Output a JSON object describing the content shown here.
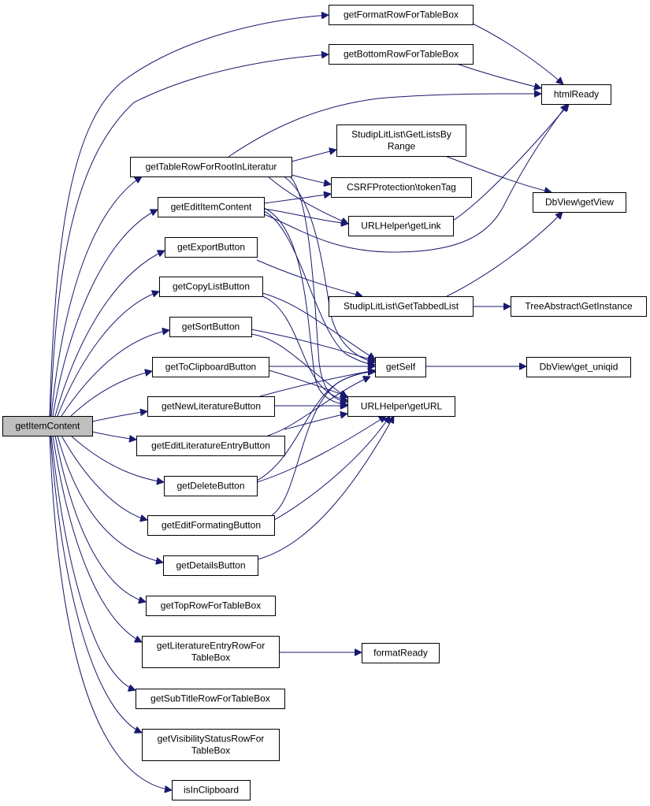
{
  "diagram": {
    "edge_color": "#191970",
    "root_fill": "#bfbfbf",
    "nodes": [
      {
        "id": "getItemContent",
        "lines": [
          "getItemContent"
        ],
        "root": true
      },
      {
        "id": "getFormatRowForTableBox",
        "lines": [
          "getFormatRowForTableBox"
        ]
      },
      {
        "id": "getBottomRowForTableBox",
        "lines": [
          "getBottomRowForTableBox"
        ]
      },
      {
        "id": "htmlReady",
        "lines": [
          "htmlReady"
        ]
      },
      {
        "id": "GetListsByRange",
        "lines": [
          "StudipLitList\\GetListsBy",
          "Range"
        ]
      },
      {
        "id": "getTableRowForRootInLiteratur",
        "lines": [
          "getTableRowForRootInLiteratur"
        ]
      },
      {
        "id": "tokenTag",
        "lines": [
          "CSRFProtection\\tokenTag"
        ]
      },
      {
        "id": "getView",
        "lines": [
          "DbView\\getView"
        ]
      },
      {
        "id": "getEditItemContent",
        "lines": [
          "getEditItemContent"
        ]
      },
      {
        "id": "getLink",
        "lines": [
          "URLHelper\\getLink"
        ]
      },
      {
        "id": "getExportButton",
        "lines": [
          "getExportButton"
        ]
      },
      {
        "id": "getCopyListButton",
        "lines": [
          "getCopyListButton"
        ]
      },
      {
        "id": "GetTabbedList",
        "lines": [
          "StudipLitList\\GetTabbedList"
        ]
      },
      {
        "id": "GetInstance",
        "lines": [
          "TreeAbstract\\GetInstance"
        ]
      },
      {
        "id": "getSortButton",
        "lines": [
          "getSortButton"
        ]
      },
      {
        "id": "getToClipboardButton",
        "lines": [
          "getToClipboardButton"
        ]
      },
      {
        "id": "getSelf",
        "lines": [
          "getSelf"
        ]
      },
      {
        "id": "get_uniqid",
        "lines": [
          "DbView\\get_uniqid"
        ]
      },
      {
        "id": "getNewLiteratureButton",
        "lines": [
          "getNewLiteratureButton"
        ]
      },
      {
        "id": "getURL",
        "lines": [
          "URLHelper\\getURL"
        ]
      },
      {
        "id": "getEditLiteratureEntryButton",
        "lines": [
          "getEditLiteratureEntryButton"
        ]
      },
      {
        "id": "getDeleteButton",
        "lines": [
          "getDeleteButton"
        ]
      },
      {
        "id": "getEditFormatingButton",
        "lines": [
          "getEditFormatingButton"
        ]
      },
      {
        "id": "getDetailsButton",
        "lines": [
          "getDetailsButton"
        ]
      },
      {
        "id": "getTopRowForTableBox",
        "lines": [
          "getTopRowForTableBox"
        ]
      },
      {
        "id": "getLiteratureEntryRowForTableBox",
        "lines": [
          "getLiteratureEntryRowFor",
          "TableBox"
        ]
      },
      {
        "id": "formatReady",
        "lines": [
          "formatReady"
        ]
      },
      {
        "id": "getSubTitleRowForTableBox",
        "lines": [
          "getSubTitleRowForTableBox"
        ]
      },
      {
        "id": "getVisibilityStatusRowForTableBox",
        "lines": [
          "getVisibilityStatusRowFor",
          "TableBox"
        ]
      },
      {
        "id": "isInClipboard",
        "lines": [
          "isInClipboard"
        ]
      }
    ],
    "edges": [
      [
        "getItemContent",
        "getFormatRowForTableBox"
      ],
      [
        "getItemContent",
        "getBottomRowForTableBox"
      ],
      [
        "getItemContent",
        "getTableRowForRootInLiteratur"
      ],
      [
        "getItemContent",
        "getEditItemContent"
      ],
      [
        "getItemContent",
        "getExportButton"
      ],
      [
        "getItemContent",
        "getCopyListButton"
      ],
      [
        "getItemContent",
        "getSortButton"
      ],
      [
        "getItemContent",
        "getToClipboardButton"
      ],
      [
        "getItemContent",
        "getNewLiteratureButton"
      ],
      [
        "getItemContent",
        "getEditLiteratureEntryButton"
      ],
      [
        "getItemContent",
        "getDeleteButton"
      ],
      [
        "getItemContent",
        "getEditFormatingButton"
      ],
      [
        "getItemContent",
        "getDetailsButton"
      ],
      [
        "getItemContent",
        "getTopRowForTableBox"
      ],
      [
        "getItemContent",
        "getLiteratureEntryRowForTableBox"
      ],
      [
        "getItemContent",
        "getSubTitleRowForTableBox"
      ],
      [
        "getItemContent",
        "getVisibilityStatusRowForTableBox"
      ],
      [
        "getItemContent",
        "isInClipboard"
      ],
      [
        "getFormatRowForTableBox",
        "htmlReady"
      ],
      [
        "getBottomRowForTableBox",
        "htmlReady"
      ],
      [
        "getTableRowForRootInLiteratur",
        "htmlReady"
      ],
      [
        "getTableRowForRootInLiteratur",
        "GetListsByRange"
      ],
      [
        "getTableRowForRootInLiteratur",
        "tokenTag"
      ],
      [
        "getTableRowForRootInLiteratur",
        "getLink"
      ],
      [
        "getTableRowForRootInLiteratur",
        "getSelf"
      ],
      [
        "getTableRowForRootInLiteratur",
        "getURL"
      ],
      [
        "GetListsByRange",
        "getView"
      ],
      [
        "getEditItemContent",
        "tokenTag"
      ],
      [
        "getEditItemContent",
        "getLink"
      ],
      [
        "getEditItemContent",
        "htmlReady"
      ],
      [
        "getEditItemContent",
        "getSelf"
      ],
      [
        "getEditItemContent",
        "getURL"
      ],
      [
        "getLink",
        "htmlReady"
      ],
      [
        "getExportButton",
        "GetTabbedList"
      ],
      [
        "GetTabbedList",
        "GetInstance"
      ],
      [
        "GetTabbedList",
        "getView"
      ],
      [
        "getCopyListButton",
        "getSelf"
      ],
      [
        "getCopyListButton",
        "getURL"
      ],
      [
        "getSortButton",
        "getSelf"
      ],
      [
        "getSortButton",
        "getURL"
      ],
      [
        "getToClipboardButton",
        "getSelf"
      ],
      [
        "getToClipboardButton",
        "getURL"
      ],
      [
        "getSelf",
        "get_uniqid"
      ],
      [
        "getNewLiteratureButton",
        "getSelf"
      ],
      [
        "getNewLiteratureButton",
        "getURL"
      ],
      [
        "getEditLiteratureEntryButton",
        "getSelf"
      ],
      [
        "getEditLiteratureEntryButton",
        "getURL"
      ],
      [
        "getDeleteButton",
        "getSelf"
      ],
      [
        "getDeleteButton",
        "getURL"
      ],
      [
        "getEditFormatingButton",
        "getSelf"
      ],
      [
        "getEditFormatingButton",
        "getURL"
      ],
      [
        "getDetailsButton",
        "getURL"
      ],
      [
        "getLiteratureEntryRowForTableBox",
        "formatReady"
      ]
    ]
  }
}
